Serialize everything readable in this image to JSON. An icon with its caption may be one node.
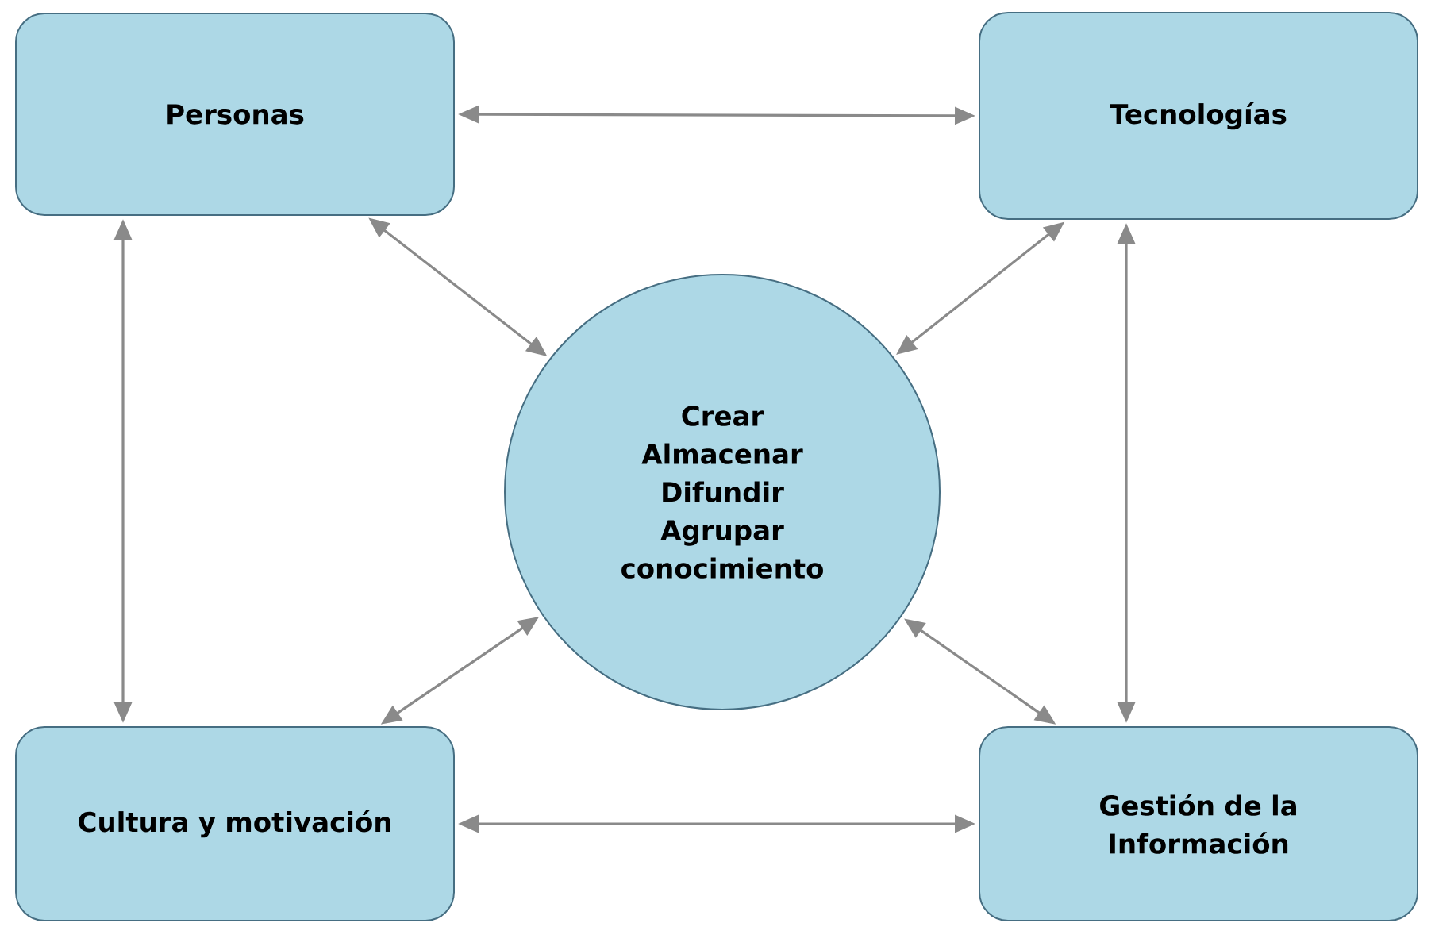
{
  "diagram": {
    "nodes": [
      {
        "text": [
          "Personas"
        ]
      },
      {
        "text": [
          "Tecnologías"
        ]
      },
      {
        "text": [
          "Crear Almacenar Difundir Agrupar conocimiento"
        ]
      },
      {
        "text": [
          "Cultura y motivación"
        ]
      },
      {
        "text": [
          "Gestión de la Información"
        ]
      }
    ],
    "edges": [
      {
        "from": 0,
        "to": 1,
        "arrow": "both"
      },
      {
        "from": 0,
        "to": 3,
        "arrow": "both"
      },
      {
        "from": 0,
        "to": 2,
        "arrow": "both"
      },
      {
        "from": 1,
        "to": 2,
        "arrow": "both"
      },
      {
        "from": 1,
        "to": 4,
        "arrow": "both"
      },
      {
        "from": 3,
        "to": 2,
        "arrow": "both"
      },
      {
        "from": 4,
        "to": 2,
        "arrow": "both"
      },
      {
        "from": 3,
        "to": 4,
        "arrow": "both"
      }
    ]
  }
}
